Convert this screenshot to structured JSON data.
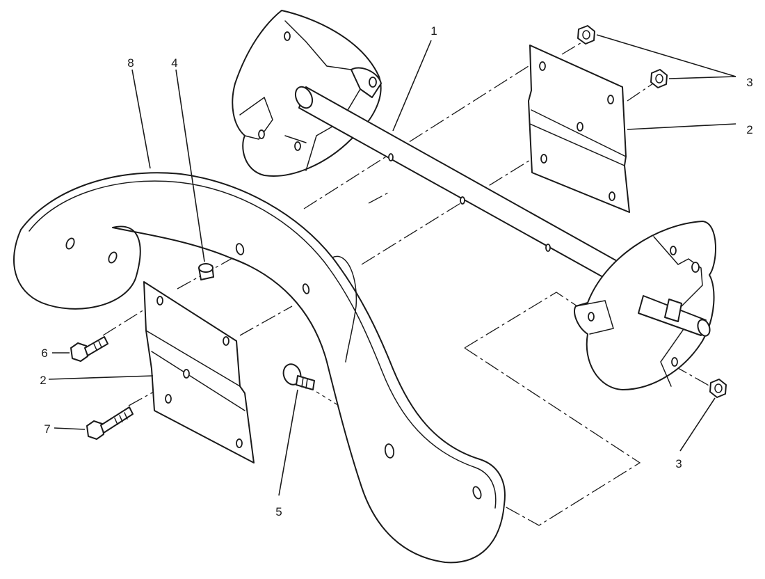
{
  "diagram": {
    "callouts": {
      "c1": "1",
      "c2a": "2",
      "c2b": "2",
      "c3a": "3",
      "c3b": "3",
      "c4": "4",
      "c5": "5",
      "c6": "6",
      "c7": "7",
      "c8": "8"
    },
    "colors": {
      "line": "#1a1a1a",
      "background": "#ffffff"
    }
  }
}
